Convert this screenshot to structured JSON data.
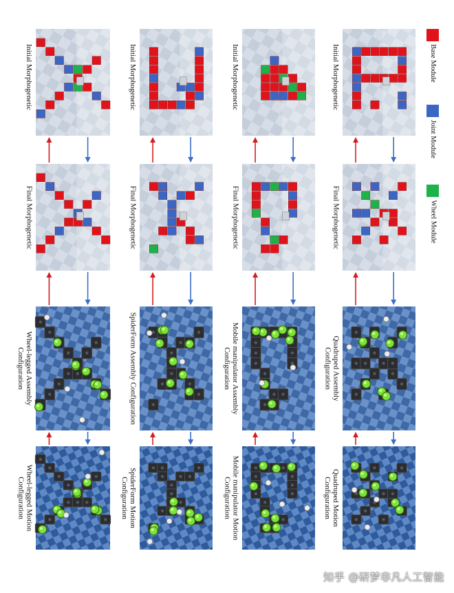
{
  "legend": {
    "items": [
      {
        "label": "Base Module",
        "color": "#e0131b"
      },
      {
        "label": "Joint Module",
        "color": "#3c66c4"
      },
      {
        "label": "Wheel Module",
        "color": "#1db34a"
      }
    ]
  },
  "columns": [
    {
      "id": "wheel-legged",
      "initial_label": "Initial  Morphogenetic",
      "final_label": "Final  Morphogenetic",
      "assembly_label": [
        "Wheel-legged Assembly",
        "Configuration"
      ],
      "motion_label": [
        "Wheel-legged Motion",
        "Configuration"
      ]
    },
    {
      "id": "spiderform",
      "initial_label": "Initial  Morphogenetic",
      "final_label": "Final  Morphogenetic",
      "assembly_label": [
        "SpiderForm Assembly Configuration"
      ],
      "motion_label": [
        "SpiderForm Motion",
        "Configuration"
      ]
    },
    {
      "id": "mobile-manipulator",
      "initial_label": "Initial  Morphogenetic",
      "final_label": "Final  Morphogenetic",
      "assembly_label": [
        "Mobile manipulator Assembly",
        "Configuration"
      ],
      "motion_label": [
        "Mobile manipulator Motion",
        "Configuration"
      ]
    },
    {
      "id": "quadruped",
      "initial_label": "Initial  Morphogenetic",
      "final_label": "Final  Morphogenetic",
      "assembly_label": [
        "Quadruped Assembly",
        "Configuration"
      ],
      "motion_label": [
        "Quadruped Motion",
        "Configuration"
      ]
    }
  ],
  "arrow_colors": {
    "up": "#d21c22",
    "down": "#3b6fc4"
  },
  "watermark": "知乎 @研梦非凡人工智能"
}
